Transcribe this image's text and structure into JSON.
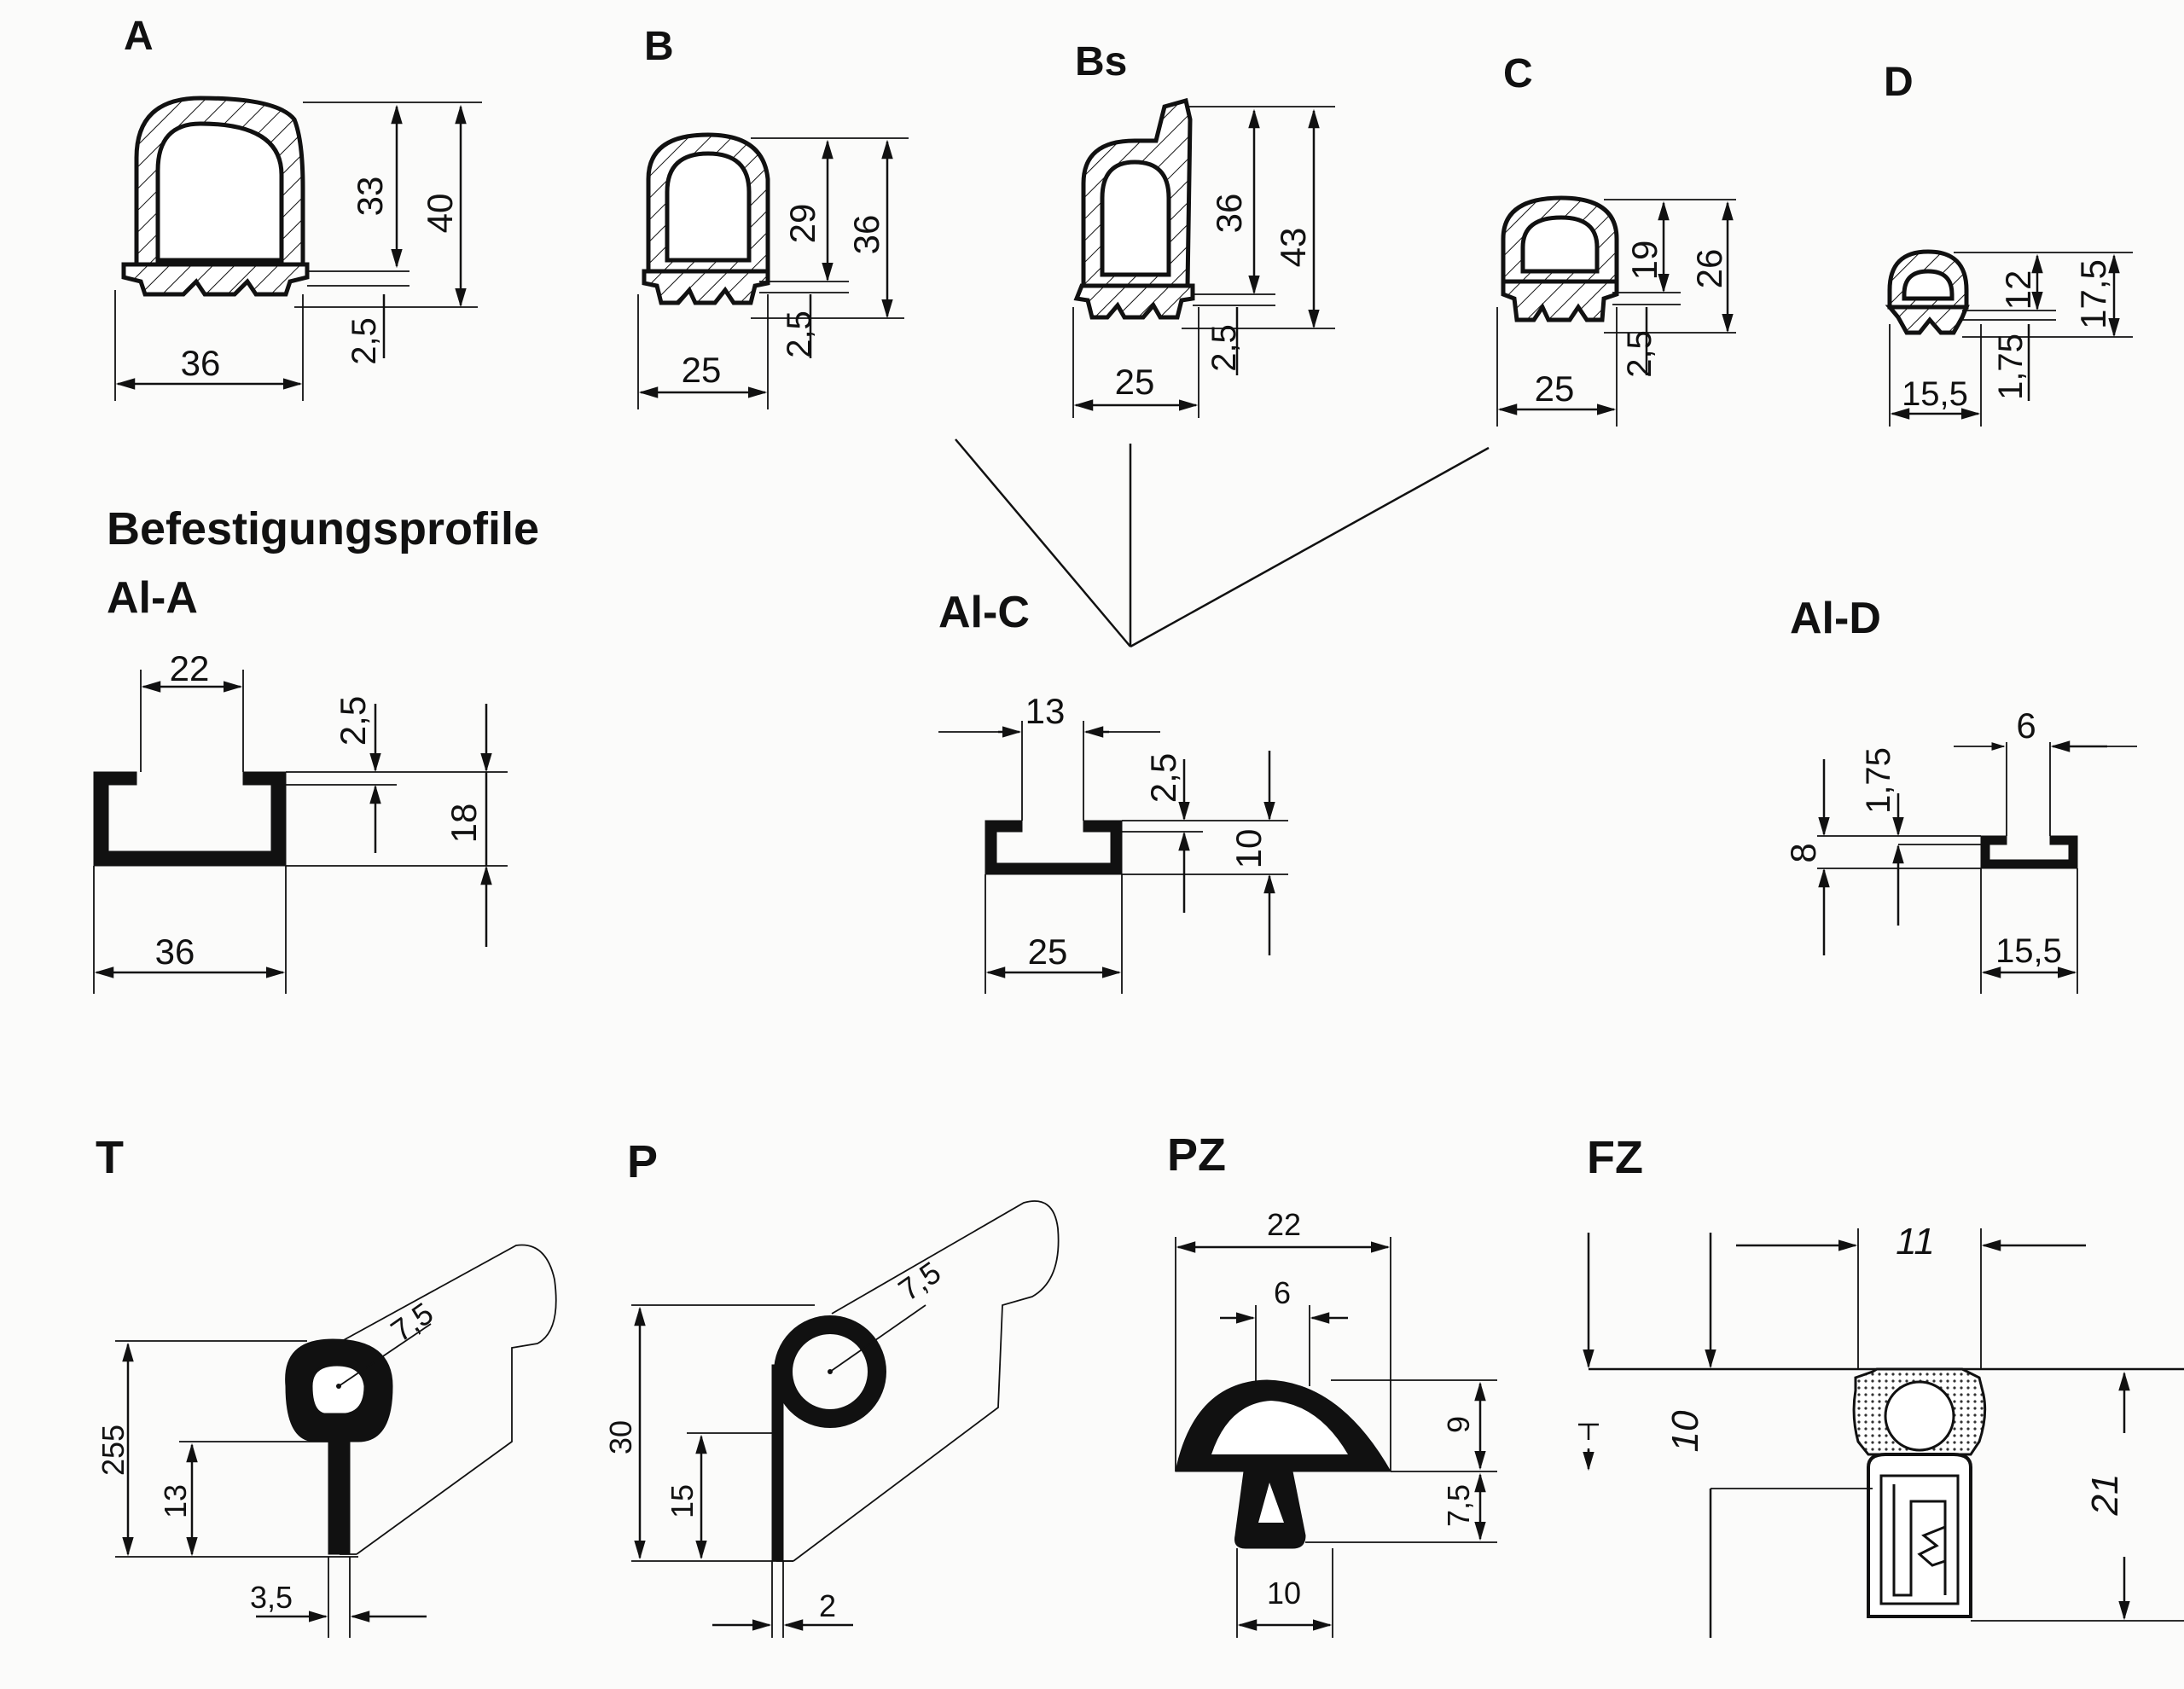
{
  "profiles": {
    "A": {
      "label": "A",
      "dims": [
        "33",
        "40",
        "36",
        "2,5"
      ]
    },
    "B": {
      "label": "B",
      "dims": [
        "29",
        "36",
        "25",
        "2,5"
      ]
    },
    "Bs": {
      "label": "Bs",
      "dims": [
        "36",
        "43",
        "25",
        "2,5"
      ]
    },
    "C": {
      "label": "C",
      "dims": [
        "19",
        "26",
        "25",
        "2,5"
      ]
    },
    "D": {
      "label": "D",
      "dims": [
        "12",
        "17,5",
        "15,5",
        "1,75"
      ]
    }
  },
  "mounting": {
    "heading": "Befestigungsprofile",
    "AlA": {
      "label": "Al-A",
      "dims": [
        "22",
        "2,5",
        "18",
        "36"
      ]
    },
    "AlC": {
      "label": "Al-C",
      "dims": [
        "13",
        "2,5",
        "10",
        "25"
      ]
    },
    "AlD": {
      "label": "Al-D",
      "dims": [
        "6",
        "1,75",
        "8",
        "15,5"
      ]
    }
  },
  "bottom": {
    "T": {
      "label": "T",
      "dims": [
        "7,5",
        "255",
        "13",
        "3,5"
      ]
    },
    "P": {
      "label": "P",
      "dims": [
        "7,5",
        "30",
        "15",
        "2"
      ]
    },
    "PZ": {
      "label": "PZ",
      "dims": [
        "22",
        "6",
        "9",
        "7,5",
        "10"
      ]
    },
    "FZ": {
      "label": "FZ",
      "dims": [
        "11",
        "10",
        "21"
      ]
    }
  }
}
